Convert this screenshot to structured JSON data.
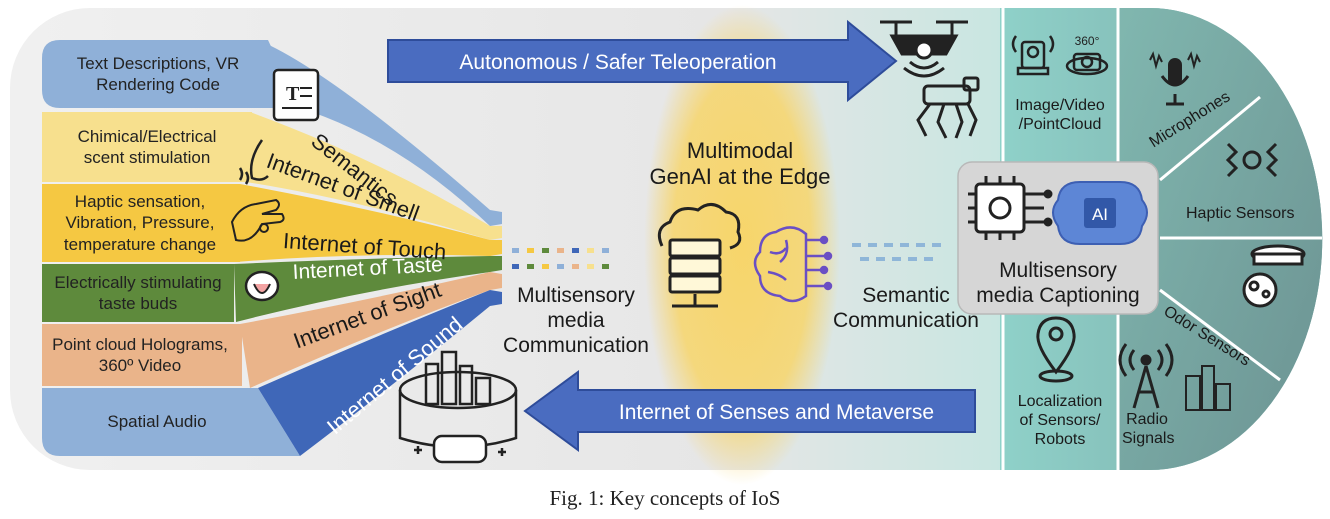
{
  "colors": {
    "semantics": "#8fb0d8",
    "smell": "#f7e08e",
    "touch": "#f5c842",
    "taste": "#5e8a3c",
    "sight": "#eab48a",
    "sound": "#3f67b8",
    "arrow": "#4a6cc0",
    "edge_glow": "#f7d56a",
    "teal": "#8ccfc7"
  },
  "left_rows": [
    {
      "text": "Text Descriptions, VR\nRendering Code"
    },
    {
      "text": "Chimical/Electrical\nscent stimulation"
    },
    {
      "text": "Haptic sensation,\nVibration, Pressure,\ntemperature change"
    },
    {
      "text": "Electrically stimulating\ntaste buds"
    },
    {
      "text": "Point cloud Holograms,\n360º Video"
    },
    {
      "text": "Spatial Audio"
    }
  ],
  "fan_labels": {
    "semantics": "Semantics",
    "smell": "Internet of Smell",
    "touch": "Internet of Touch",
    "taste": "Internet of Taste",
    "sight": "Internet of Sight",
    "sound": "Internet of Sound"
  },
  "arrows": {
    "top": "Autonomous / Safer Teleoperation",
    "bottom": "Internet of Senses and Metaverse"
  },
  "center": {
    "multisensory_comm": "Multisensory\nmedia\nCommunication",
    "genai": "Multimodal\nGenAI at the Edge",
    "semantic_comm": "Semantic\nCommunication",
    "captioning": "Multisensory\nmedia Captioning",
    "ai_chip": "AI",
    "badge_360": "360°"
  },
  "sensors": {
    "image": "Image/Video\n/PointCloud",
    "microphones": "Microphones",
    "haptic": "Haptic Sensors",
    "odor": "Odor Sensors",
    "localization": "Localization\nof Sensors/\nRobots",
    "radio": "Radio\nSignals"
  },
  "caption": "Fig. 1: Key concepts of IoS"
}
